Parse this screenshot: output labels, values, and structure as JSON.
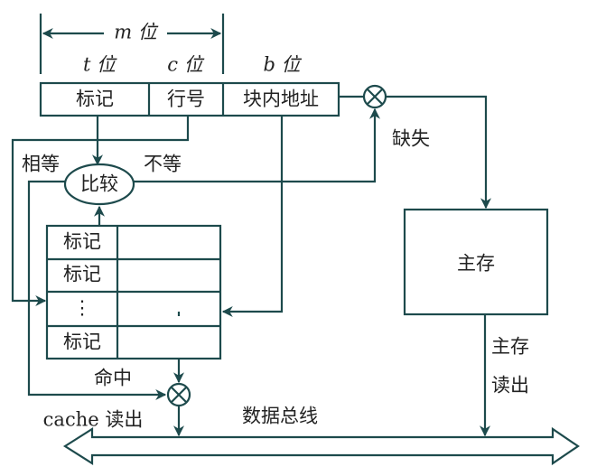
{
  "labels": {
    "m_bits": "m 位",
    "t_bits": "t 位",
    "c_bits": "c 位",
    "b_bits": "b 位",
    "tag": "标记",
    "line_no": "行号",
    "block_offset": "块内地址",
    "compare": "比较",
    "equal": "相等",
    "not_equal": "不等",
    "miss": "缺失",
    "hit": "命中",
    "main_memory": "主存",
    "main_read_1": "主存",
    "main_read_2": "读出",
    "cache_read": "cache 读出",
    "data_bus": "数据总线"
  },
  "cache_rows": [
    "标记",
    "标记",
    "⋮",
    "标记"
  ],
  "colors": {
    "line": "#1d4a4c"
  }
}
